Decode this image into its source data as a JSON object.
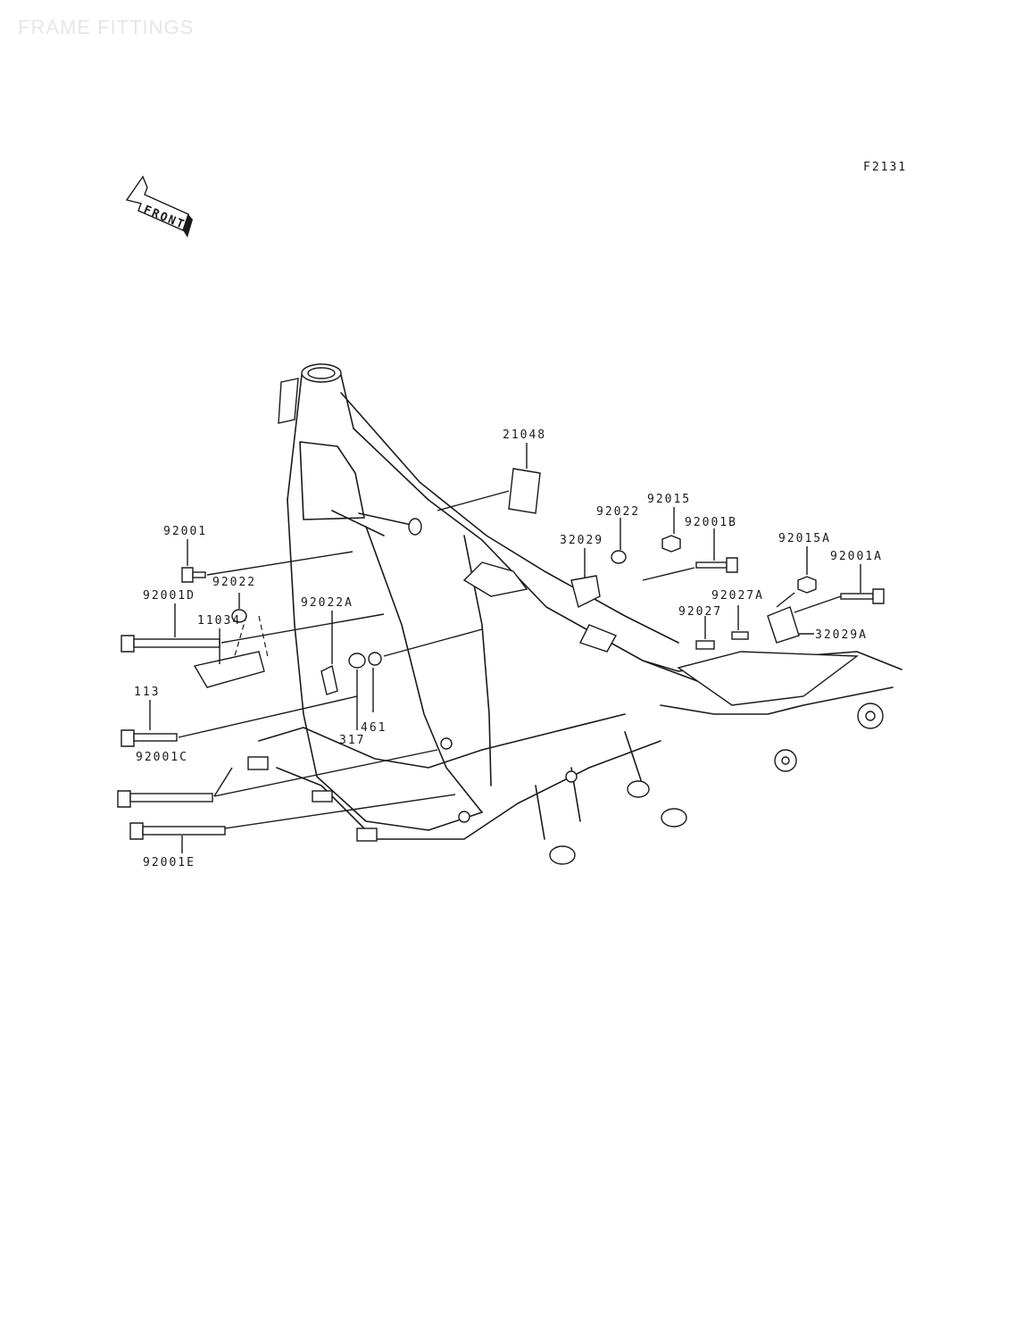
{
  "header": {
    "watermark": "FRAME FITTINGS",
    "figure_code": "F2131",
    "front_label": "FRONT"
  },
  "parts": {
    "p21048": "21048",
    "p92015": "92015",
    "p92022_top": "92022",
    "p92001B": "92001B",
    "p32029": "32029",
    "p92015A": "92015A",
    "p92001A": "92001A",
    "p92001": "92001",
    "p92022_left": "92022",
    "p92022A": "92022A",
    "p92001D": "92001D",
    "p92027A": "92027A",
    "p92027": "92027",
    "p32029A": "32029A",
    "p11034": "11034",
    "p113": "113",
    "p461": "461",
    "p317": "317",
    "p92001C": "92001C",
    "p92001E": "92001E"
  }
}
